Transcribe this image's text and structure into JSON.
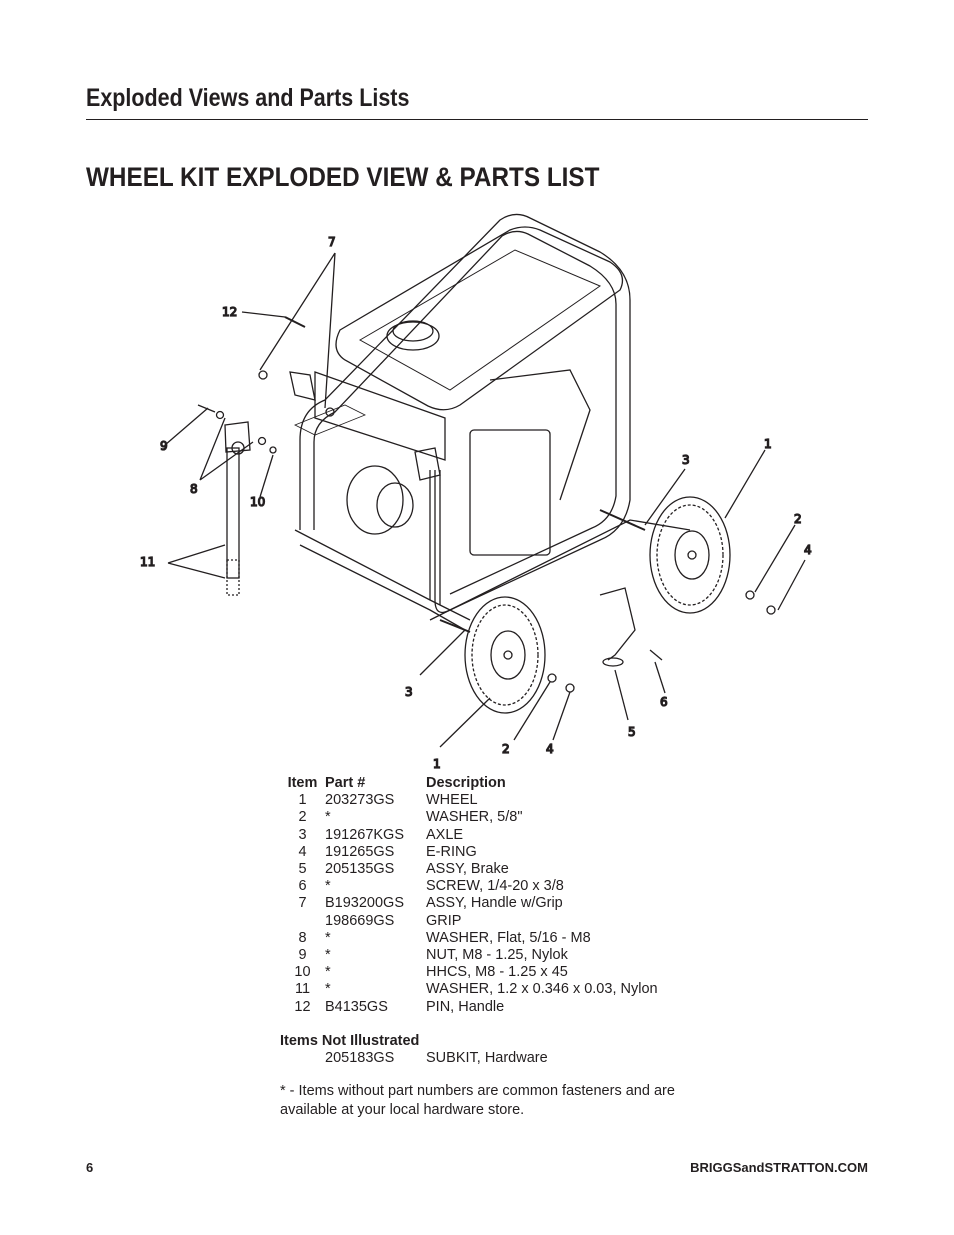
{
  "section_title": "Exploded Views and Parts Lists",
  "page_title": "WHEEL KIT EXPLODED VIEW & PARTS LIST",
  "diagram_callouts": [
    "1",
    "1",
    "2",
    "2",
    "3",
    "3",
    "4",
    "4",
    "5",
    "6",
    "7",
    "8",
    "9",
    "10",
    "11",
    "12"
  ],
  "parts_table": {
    "headers": [
      "Item",
      "Part #",
      "Description"
    ],
    "rows": [
      {
        "item": "1",
        "part": "203273GS",
        "desc": "WHEEL"
      },
      {
        "item": "2",
        "part": "*",
        "desc": "WASHER, 5/8\""
      },
      {
        "item": "3",
        "part": "191267KGS",
        "desc": "AXLE"
      },
      {
        "item": "4",
        "part": "191265GS",
        "desc": "E-RING"
      },
      {
        "item": "5",
        "part": "205135GS",
        "desc": "ASSY, Brake"
      },
      {
        "item": "6",
        "part": "*",
        "desc": "SCREW, 1/4-20 x 3/8"
      },
      {
        "item": "7",
        "part": "B193200GS",
        "desc": "ASSY, Handle w/Grip"
      },
      {
        "item": "",
        "part": "198669GS",
        "desc": "GRIP"
      },
      {
        "item": "8",
        "part": "*",
        "desc": "WASHER, Flat, 5/16 - M8"
      },
      {
        "item": "9",
        "part": "*",
        "desc": "NUT, M8 - 1.25, Nylok"
      },
      {
        "item": "10",
        "part": "*",
        "desc": "HHCS, M8 - 1.25 x 45"
      },
      {
        "item": "11",
        "part": "*",
        "desc": "WASHER, 1.2 x 0.346 x 0.03, Nylon"
      },
      {
        "item": "12",
        "part": "B4135GS",
        "desc": "PIN, Handle"
      }
    ]
  },
  "not_illustrated": {
    "label": "Items Not Illustrated",
    "part": "205183GS",
    "desc": "SUBKIT, Hardware"
  },
  "footnote": "* - Items without part numbers are common fasteners and are available at your local hardware store.",
  "footer": {
    "page_number": "6",
    "website": "BRIGGSandSTRATTON.COM"
  }
}
